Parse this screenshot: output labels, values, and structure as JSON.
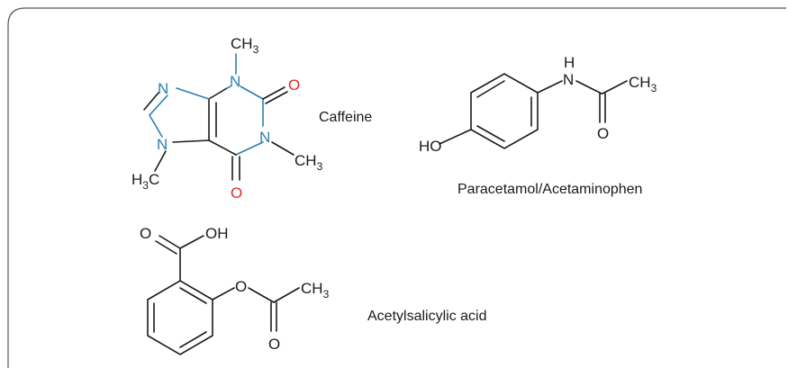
{
  "molecules": {
    "caffeine": {
      "name": "Caffeine",
      "atoms": {
        "n1": "N",
        "n3": "N",
        "n7": "N",
        "n9": "N",
        "o2": "O",
        "o6": "O",
        "ch3_top": "CH",
        "ch3_right": "CH",
        "h3c_left": "H",
        "h3c_left_c": "C",
        "ch3_sub": "3"
      }
    },
    "paracetamol": {
      "name": "Paracetamol/Acetaminophen",
      "atoms": {
        "ho": "HO",
        "n": "N",
        "h": "H",
        "o": "O",
        "ch3": "CH",
        "sub": "3"
      }
    },
    "aspirin": {
      "name": "Acetylsalicylic acid",
      "atoms": {
        "o_acid": "O",
        "oh": "OH",
        "o_ester": "O",
        "o_carbonyl": "O",
        "ch3": "CH",
        "sub": "3"
      }
    }
  },
  "colors": {
    "nitrogen": "#2b7fb0",
    "oxygen": "#e0282b",
    "carbon": "#1a1a1a"
  }
}
